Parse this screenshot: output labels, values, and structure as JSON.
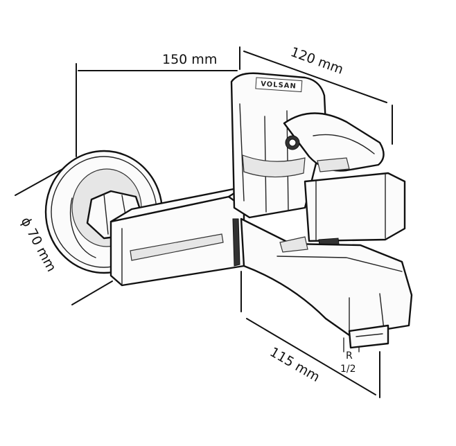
{
  "dimensions": {
    "width": "150 mm",
    "depth": "120 mm",
    "diameter": "ϕ 70 mm",
    "spout": "115 mm",
    "thread_r": "R",
    "thread_size": "1/2"
  },
  "brand": "VOLSAN",
  "colors": {
    "ink": "#111111",
    "paper": "#ffffff"
  }
}
